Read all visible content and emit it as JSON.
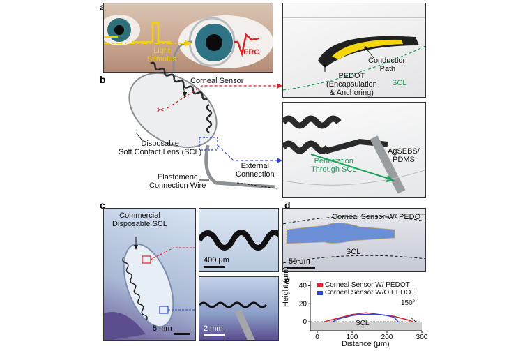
{
  "panels": {
    "a": {
      "letter": "a",
      "light_stimulus": "Light\nStimulus",
      "erg": "ERG"
    },
    "a_detail": {
      "conduction_path": "Conduction\nPath",
      "pedot": "PEDOT\n(Encapsulation\n& Anchoring)",
      "scl": "SCL"
    },
    "b": {
      "letter": "b",
      "corneal_sensor": "Corneal Sensor",
      "disposable": "Disposable\nSoft Contact Lens (SCL)",
      "external": "External\nConnection",
      "wire": "Elastomeric\nConnection Wire"
    },
    "b_detail": {
      "penetration": "Penetration\nThrough SCL",
      "agsebs": "AgSEBS/\nPDMS"
    },
    "c": {
      "letter": "c",
      "commercial": "Commercial\nDisposable SCL",
      "scale_main": "5 mm",
      "scale_top": "400 μm",
      "scale_bottom": "2 mm"
    },
    "d": {
      "letter": "d",
      "sensor_label": "Corneal Sensor W/ PEDOT",
      "scl": "SCL",
      "scale": "50 μm"
    },
    "e": {
      "letter": "e",
      "legend_with": "Corneal Sensor W/ PEDOT",
      "legend_without": "Corneal Sensor W/O PEDOT",
      "angle": "150°",
      "scl": "SCL"
    }
  },
  "chart_data": {
    "type": "line",
    "xlabel": "Distance (μm)",
    "ylabel": "Height (μm)",
    "xlim": [
      -20,
      300
    ],
    "ylim": [
      -10,
      45
    ],
    "xticks": [
      0,
      100,
      200,
      300
    ],
    "yticks": [
      0,
      20,
      40
    ],
    "series": [
      {
        "name": "Corneal Sensor W/ PEDOT",
        "color": "#e0202a",
        "x": [
          20,
          40,
          60,
          80,
          100,
          120,
          140,
          160,
          180,
          200,
          220,
          240,
          260,
          275
        ],
        "y": [
          0,
          2,
          4,
          6,
          8,
          9,
          10,
          9,
          8,
          7,
          6,
          4,
          2,
          0
        ]
      },
      {
        "name": "Corneal Sensor W/O PEDOT",
        "color": "#2a46d8",
        "x": [
          45,
          60,
          80,
          100,
          120,
          140,
          160,
          180,
          200,
          220,
          232
        ],
        "y": [
          0,
          3,
          5,
          7,
          8,
          8,
          8,
          8,
          7,
          5,
          0
        ]
      }
    ]
  },
  "colors": {
    "red_arrow": "#e0202a",
    "blue_arrow": "#2a46d8",
    "green": "#1aa05a",
    "yellow": "#f5d60a",
    "sensor_blue": "#6b8fd6"
  }
}
